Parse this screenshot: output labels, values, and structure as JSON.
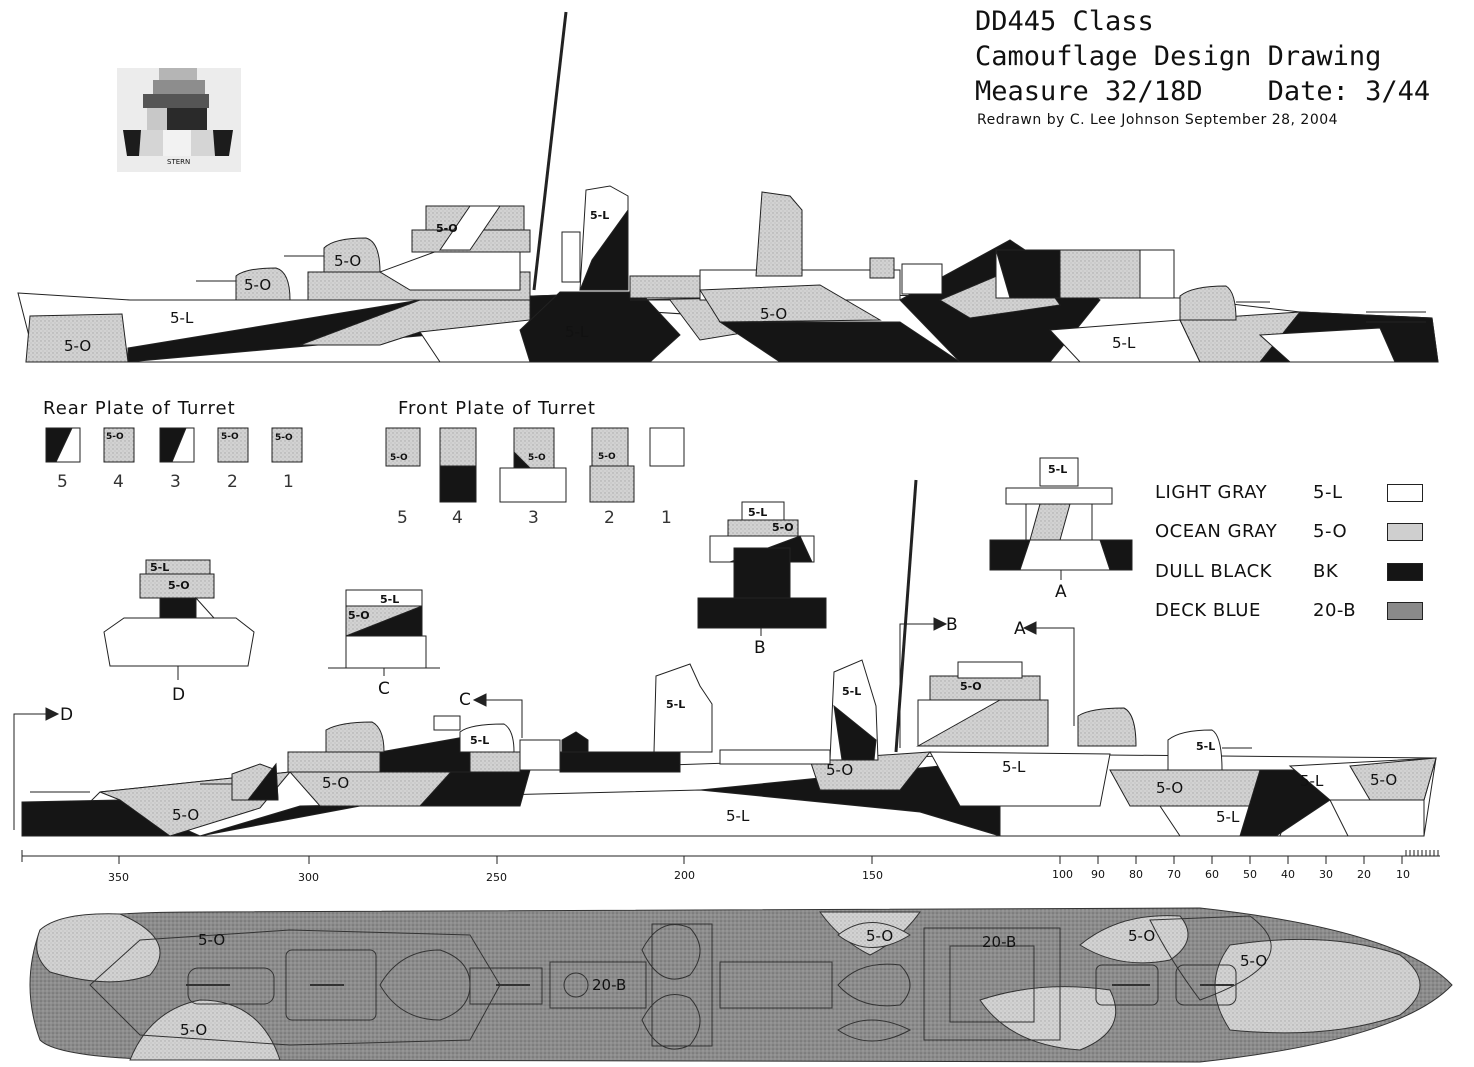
{
  "header": {
    "line1": "DD445 Class",
    "line2": "Camouflage Design Drawing",
    "line3": "Measure 32/18D    Date: 3/44",
    "credit": "Redrawn by C. Lee Johnson September 28, 2004",
    "thumb_label": "STERN"
  },
  "colors": {
    "light_gray": "#ffffff",
    "ocean_gray": "#cfcfcf",
    "dull_black": "#151515",
    "deck_blue": "#8a8a8a"
  },
  "legend": [
    {
      "name": "LIGHT GRAY",
      "code": "5-L"
    },
    {
      "name": "OCEAN GRAY",
      "code": "5-O"
    },
    {
      "name": "DULL BLACK",
      "code": "BK"
    },
    {
      "name": "DECK BLUE",
      "code": "20-B"
    }
  ],
  "turret_sections": {
    "rear_title": "Rear Plate of Turret",
    "front_title": "Front Plate of Turret",
    "rear_numbers": [
      "5",
      "4",
      "3",
      "2",
      "1"
    ],
    "front_numbers": [
      "5",
      "4",
      "3",
      "2",
      "1"
    ],
    "plate_code": "5-O"
  },
  "sections": {
    "a": "A",
    "b": "B",
    "c": "C",
    "d": "D"
  },
  "profile_starboard_labels": [
    "5-O",
    "5-L",
    "5-O",
    "5-O",
    "5-O",
    "5-L",
    "5-L",
    "5-O",
    "5-L"
  ],
  "profile_port_labels": [
    "5-O",
    "5-O",
    "5-L",
    "5-L",
    "5-L",
    "5-O",
    "5-L",
    "5-O",
    "5-L",
    "5-L",
    "5-L",
    "5-O",
    "5-O",
    "5-L"
  ],
  "section_labels": {
    "a_top": "5-L",
    "b_top": "5-L",
    "b_mid": "5-O",
    "c_top": "5-L",
    "c_mid": "5-O",
    "d_top": "5-L",
    "d_mid": "5-O"
  },
  "scale": {
    "major": [
      "350",
      "300",
      "250",
      "200",
      "150"
    ],
    "minor": [
      "100",
      "90",
      "80",
      "70",
      "60",
      "50",
      "40",
      "30",
      "20",
      "10"
    ]
  },
  "deck_labels": [
    "5-O",
    "5-O",
    "20-B",
    "5-O",
    "20-B",
    "5-O",
    "5-O"
  ]
}
